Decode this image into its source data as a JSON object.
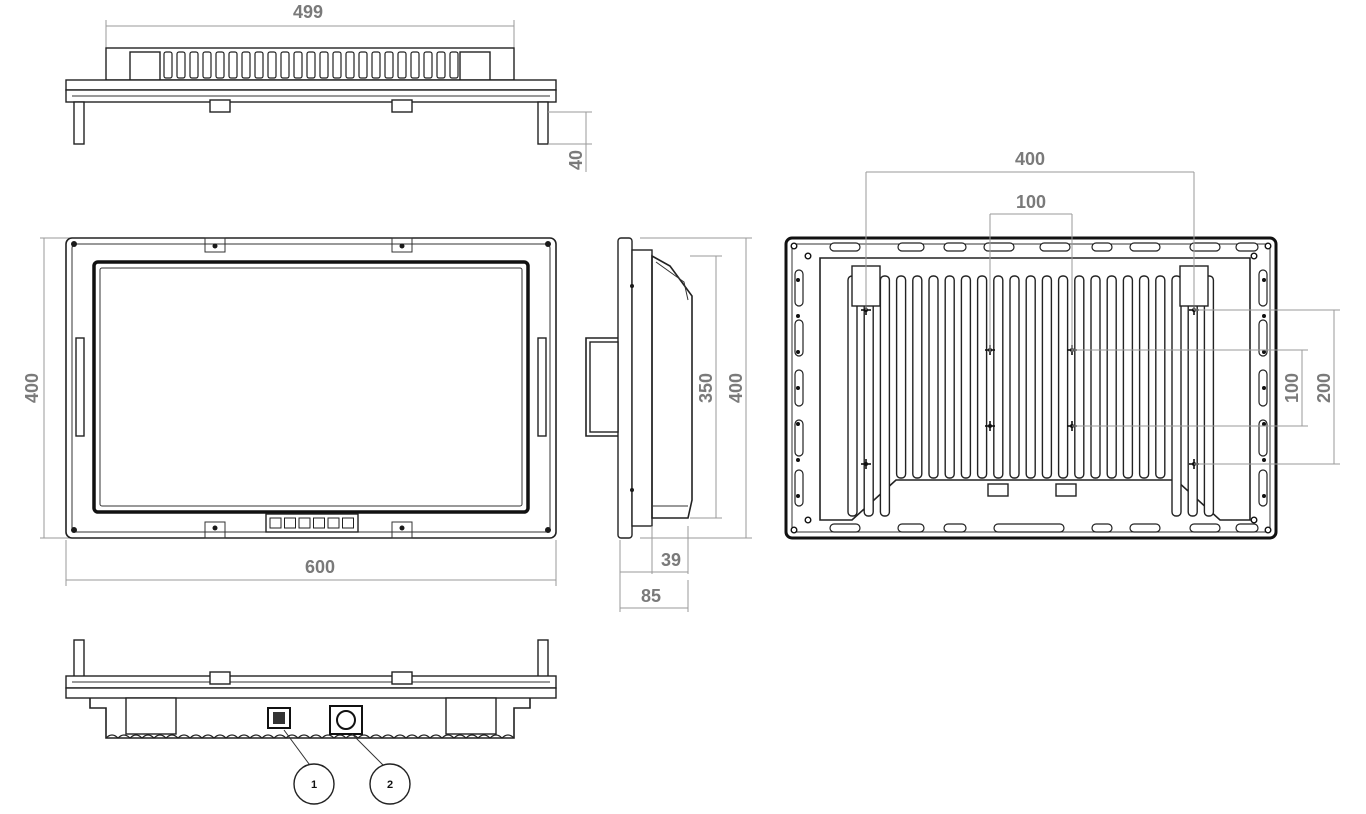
{
  "dimensions": {
    "top_width": "499",
    "top_height": "40",
    "front_height": "400",
    "front_width": "600",
    "side_inner_height": "350",
    "side_height": "400",
    "side_depth_small": "39",
    "side_depth": "85",
    "rear_vesa_width": "400",
    "rear_vesa_inner_width": "100",
    "rear_vesa_inner_height": "100",
    "rear_vesa_height": "200"
  },
  "callouts": {
    "c1": "1",
    "c2": "2"
  },
  "colors": {
    "line": "#222222",
    "dimension": "#7a7a7a"
  }
}
